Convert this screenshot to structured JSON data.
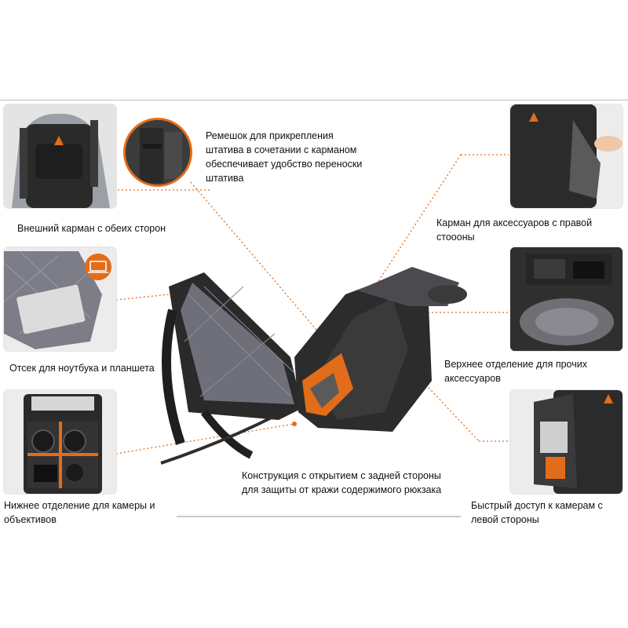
{
  "captions": {
    "tripod_strap": "Ремешок для прикрепления штатива в сочетании с карманом обеспечивает удобство переноски штатива",
    "outer_pocket": "Внешний карман с обеих сторон",
    "right_accessory_pocket": "Карман для аксессуаров с правой стоооны",
    "laptop_compartment": "Отсек для ноутбука и планшета",
    "top_compartment": "Верхнее отделение для прочих аксессуаров",
    "back_opening": "Конструкция с открытием с задней стороны для защиты от кражи содержимого рюкзака",
    "camera_compartment": "Нижнее отделение для камеры и объективов",
    "side_access": "Быстрый доступ к камерам с левой стороны"
  },
  "colors": {
    "accent": "#e36c1a",
    "bag_dark": "#2b2b2b",
    "lining": "#8a8a95"
  }
}
